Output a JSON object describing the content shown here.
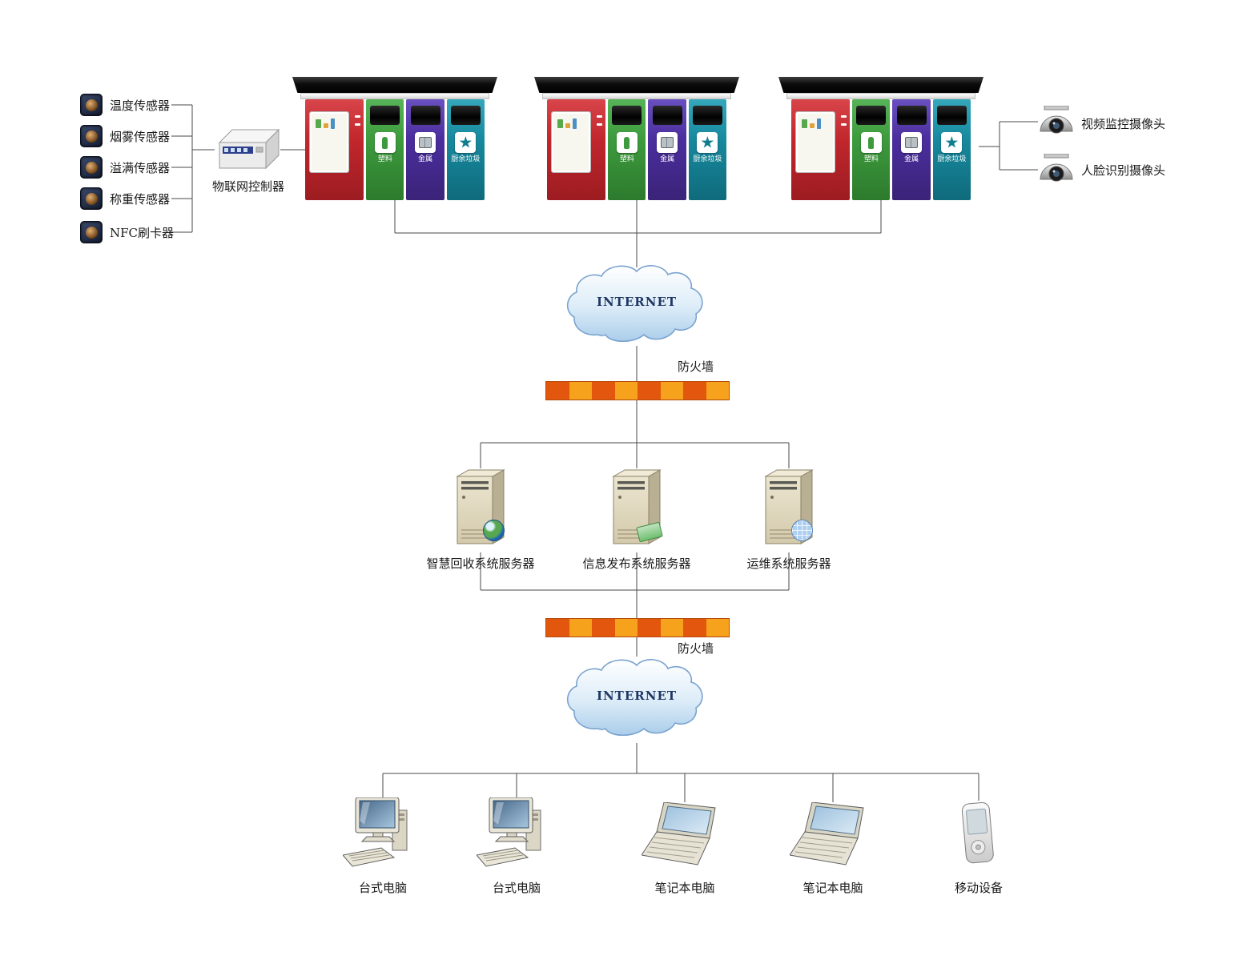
{
  "diagram": {
    "sensors": [
      {
        "label": "温度传感器"
      },
      {
        "label": "烟雾传感器"
      },
      {
        "label": "溢满传感器"
      },
      {
        "label": "称重传感器"
      },
      {
        "label": "NFC刷卡器"
      }
    ],
    "iot_controller": {
      "label": "物联网控制器"
    },
    "bins": {
      "plastic": "塑料",
      "metal": "金属",
      "kitchen": "厨余垃圾"
    },
    "cameras": [
      {
        "label": "视频监控摄像头"
      },
      {
        "label": "人脸识别摄像头"
      }
    ],
    "internet_top": "INTERNET",
    "firewall_top": "防火墙",
    "servers": [
      {
        "label": "智慧回收系统服务器"
      },
      {
        "label": "信息发布系统服务器"
      },
      {
        "label": "运维系统服务器"
      }
    ],
    "firewall_bottom": "防火墙",
    "internet_bottom": "INTERNET",
    "clients": [
      {
        "label": "台式电脑"
      },
      {
        "label": "台式电脑"
      },
      {
        "label": "笔记本电脑"
      },
      {
        "label": "笔记本电脑"
      },
      {
        "label": "移动设备"
      }
    ],
    "colors": {
      "bin_red": "#c1272d",
      "bin_green": "#3d9b3d",
      "bin_purple": "#4b2e9e",
      "bin_teal": "#17899e",
      "roof_black": "#111111",
      "firewall_orange": "#f7a21d",
      "firewall_red": "#e2570d",
      "cloud_fill": "#cfe4f5",
      "cloud_stroke": "#7aa3cf",
      "internet_text": "#1f3864",
      "line": "#4a4a4a"
    }
  }
}
